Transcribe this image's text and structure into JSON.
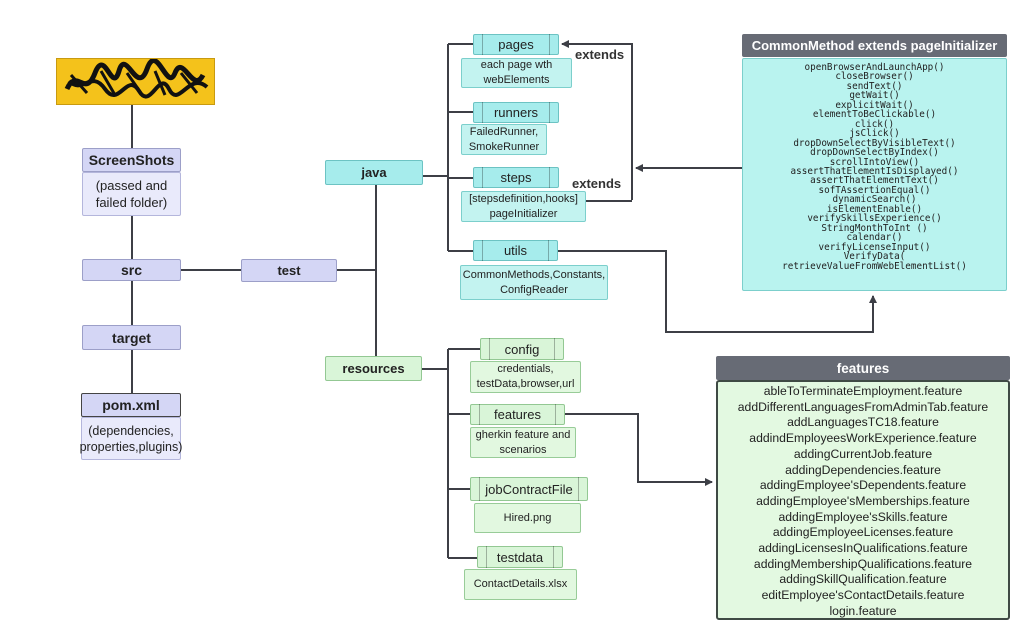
{
  "tree": {
    "screenshots_label": "ScreenShots",
    "screenshots_desc": "(passed and failed folder)",
    "src_label": "src",
    "target_label": "target",
    "pom_label": "pom.xml",
    "pom_desc": "(dependencies, properties,plugins)",
    "test_label": "test",
    "java_label": "java",
    "resources_label": "resources"
  },
  "java_packages": {
    "pages_label": "pages",
    "pages_desc": "each page wth webElements",
    "runners_label": "runners",
    "runners_desc": "FailedRunner, SmokeRunner",
    "steps_label": "steps",
    "steps_desc": "[stepsdefinition,hooks] pageInitializer",
    "utils_label": "utils",
    "utils_desc": "CommonMethods,Constants, ConfigReader"
  },
  "resource_folders": {
    "config_label": "config",
    "config_desc": "credentials, testData,browser,url",
    "features_label": "features",
    "features_desc": "gherkin feature and scenarios",
    "jobcontract_label": "jobContractFile",
    "jobcontract_desc": "Hired.png",
    "testdata_label": "testdata",
    "testdata_desc": "ContactDetails.xlsx"
  },
  "annotations": {
    "extends_top": "extends",
    "extends_mid": "extends"
  },
  "common_methods": {
    "title": "CommonMethod extends pageInitializer",
    "methods": [
      "openBrowserAndLaunchApp()",
      "closeBrowser()",
      "sendText()",
      "getWait()",
      "explicitWait()",
      "elementToBeClickable()",
      "click()",
      "jsClick()",
      "dropDownSelectByVisibleText()",
      "dropDownSelectByIndex()",
      "scrollIntoView()",
      "assertThatElementIsDisplayed()",
      "assertThatElementText()",
      "sofTAssertionEqual()",
      "dynamicSearch()",
      "isElementEnable()",
      "verifySkillsExperience()",
      "StringMonthToInt ()",
      "calendar()",
      "verifyLicenseInput()",
      "VerifyData(",
      "retrieveValueFromWebElementList()"
    ]
  },
  "features_panel": {
    "title": "features",
    "files": [
      "ableToTerminateEmployment.feature",
      "addDifferentLanguagesFromAdminTab.feature",
      "addLanguagesTC18.feature",
      "addindEmployeesWorkExperience.feature",
      "addingCurrentJob.feature",
      "addingDependencies.feature",
      "addingEmployee'sDependents.feature",
      "addingEmployee'sMemberships.feature",
      "addingEmployee'sSkills.feature",
      "addingEmployeeLicenses.feature",
      "addingLicensesInQualifications.feature",
      "addingMembershipQualifications.feature",
      "addingSkillQualification.feature",
      "editEmployee'sContactDetails.feature",
      "login.feature"
    ]
  },
  "colors": {
    "line": "#3d3f46",
    "logo_yellow": "#f4c21b",
    "lavender": "#d4d6f5",
    "teal": "#a6ecec",
    "green": "#d9f5d8",
    "dark_header": "#676b75"
  }
}
